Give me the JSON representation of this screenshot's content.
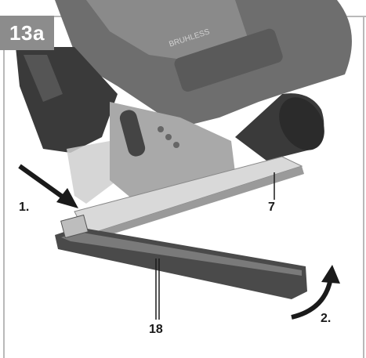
{
  "figure": {
    "badge": "13a"
  },
  "callouts": {
    "step_1": "1.",
    "step_2": "2.",
    "part_baseplate": "7",
    "part_guide": "18"
  },
  "product_brand": "BRUHLESS",
  "colors": {
    "badge_bg": "#8c8c8c",
    "frame_line": "#b9b9b9",
    "tool_dark": "#3a3a3a",
    "tool_mid": "#6e6e6e",
    "tool_light": "#bdbdbd"
  }
}
